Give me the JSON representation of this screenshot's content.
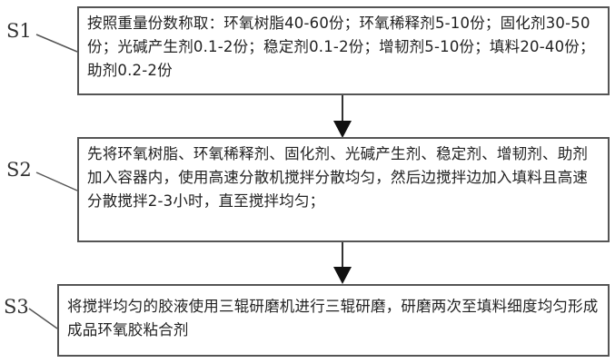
{
  "steps": [
    {
      "label": "S1",
      "text": "按照重量份数称取：环氧树脂40-60份；环氧稀释剂5-10份；固化剂30-50份；光碱产生剂0.1-2份；稳定剂0.1-2份；增韧剂5-10份；填料20-40份；助剂0.2-2份"
    },
    {
      "label": "S2",
      "text": "先将环氧树脂、环氧稀释剂、固化剂、光碱产生剂、稳定剂、增韧剂、助剂加入容器内，使用高速分散机搅拌分散均匀，然后边搅拌边加入填料且高速分散搅拌2-3小时，直至搅拌均匀；"
    },
    {
      "label": "S3",
      "text": "将搅拌均匀的胶液使用三辊研磨机进行三辊研磨，研磨两次至填料细度均匀形成成品环氧胶粘合剂"
    }
  ],
  "colors": {
    "line": "#555555",
    "arrow": "#111111",
    "text": "#222222"
  }
}
